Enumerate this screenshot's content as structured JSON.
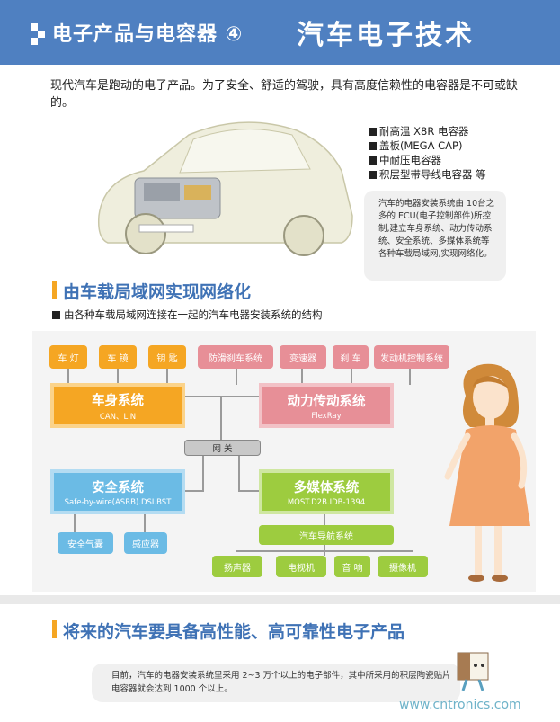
{
  "header": {
    "title": "电子产品与电容器 ④",
    "subtitle": "汽车电子技术"
  },
  "intro": "现代汽车是跑动的电子产品。为了安全、舒适的驾驶，具有高度信赖性的电容器是不可或缺的。",
  "capacitors": [
    "耐高温 X8R 电容器",
    "盖板(MEGA CAP)",
    "中耐压电容器",
    "积层型带导线电容器 等"
  ],
  "bubble_text": "汽车的电器安装系统由 10台之多的 ECU(电子控制部件)所控制,建立车身系统、动力传动系统、安全系统、多媒体系统等各种车载局域网,实现网络化。",
  "section1": {
    "title": "由车载局域网实现网络化",
    "subtitle": "由各种车载局域网连接在一起的汽车电器安装系统的结构"
  },
  "diagram": {
    "body": {
      "name": "车身系统",
      "sub": "CAN、LIN",
      "items": [
        "车 灯",
        "车 镜",
        "钥 匙"
      ]
    },
    "power": {
      "name": "动力传动系统",
      "sub": "FlexRay",
      "items": [
        "防滑刹车系统",
        "变速器",
        "刹 车",
        "发动机控制系统"
      ]
    },
    "gateway": "网 关",
    "safety": {
      "name": "安全系统",
      "sub": "Safe-by-wire(ASRB).DSI.BST",
      "items": [
        "安全气囊",
        "感应器"
      ]
    },
    "media": {
      "name": "多媒体系统",
      "sub": "MOST.D2B.IDB-1394",
      "nav": "汽车导航系统",
      "items": [
        "扬声器",
        "电视机",
        "音 响",
        "摄像机"
      ]
    }
  },
  "section2": {
    "title": "将来的汽车要具备高性能、高可靠性电子产品"
  },
  "footer_text": "目前，汽车的电器安装系统里采用 2~3 万个以上的电子部件，其中所采用的积层陶瓷贴片电容器就会达到 1000 个以上。",
  "watermark": "www.cntronics.com",
  "colors": {
    "header": "#4f80c1",
    "orange": "#f5a623",
    "pink": "#e78f97",
    "blue": "#6bbbe5",
    "green": "#9dcc3f"
  }
}
